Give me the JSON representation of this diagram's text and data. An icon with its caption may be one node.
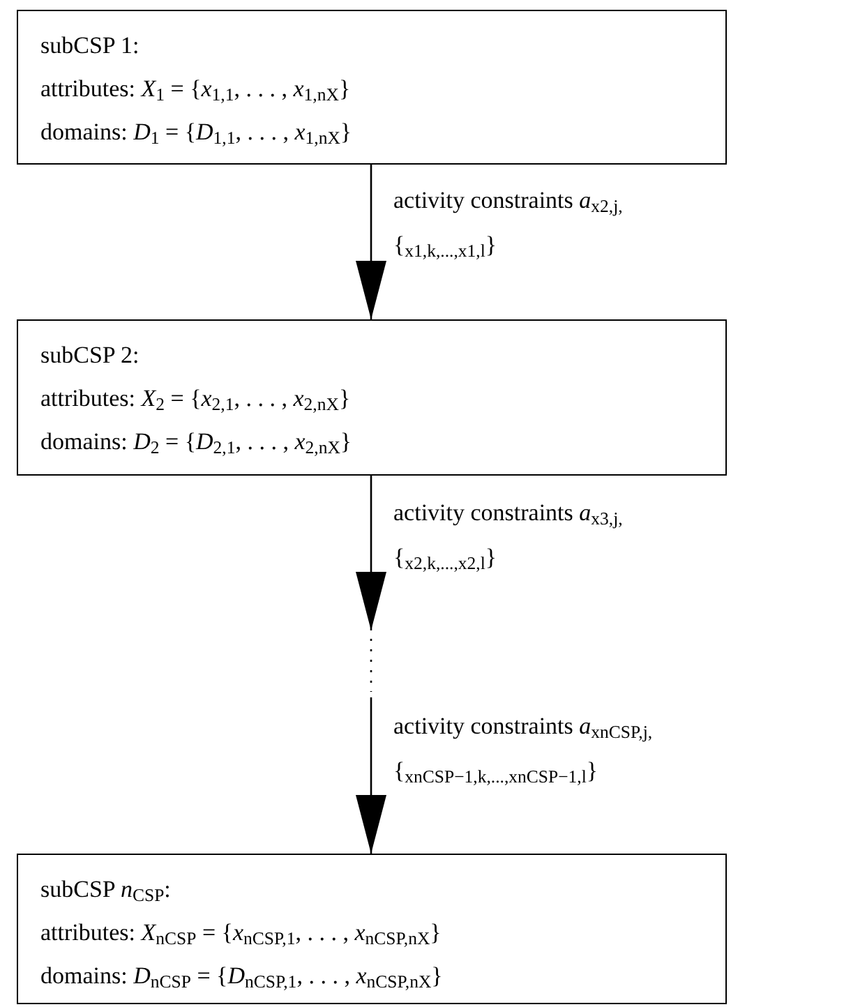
{
  "diagram": {
    "nodes": [
      {
        "text": [
          "subCSP 1:",
          "attributes: *X*$_{1}$ = {*x*$_{1,1}$, . . . , *x*$_{1,nX}$}",
          "domains: *D*$_{1}$ = {*D*$_{1,1}$, . . . , *x*$_{1,nX}$}"
        ]
      },
      {
        "text": [
          "subCSP 2:",
          "attributes: *X*$_{2}$ = {*x*$_{2,1}$, . . . , *x*$_{2,nX}$}",
          "domains: *D*$_{2}$ = {*D*$_{2,1}$, . . . , *x*$_{2,nX}$}"
        ]
      },
      {
        "text": [
          "subCSP *n*$_{CSP}$:",
          "attributes: *X*$_{nCSP}$ = {*x*$_{nCSP,1}$, . . . , *x*$_{nCSP,nX}$}",
          "domains: *D*$_{nCSP}$ = {*D*$_{nCSP,1}$, . . . , *x*$_{nCSP,nX}$}"
        ]
      }
    ],
    "edges": [
      {
        "from": 0,
        "to": 1,
        "arrow": "to",
        "label": "activity constraints *a*$_{x2,j,}${$_{x1,k,...,x1,l}$}"
      },
      {
        "from": 1,
        "to": null,
        "arrow": "to",
        "label": "activity constraints *a*$_{x3,j,}${$_{x2,k,...,x2,l}$}"
      },
      {
        "from": null,
        "to": 2,
        "arrow": "to",
        "label": "activity constraints *a*$_{xnCSP,j,}${$_{xnCSP−1,k,...,xnCSP−1,l}$}"
      }
    ]
  }
}
